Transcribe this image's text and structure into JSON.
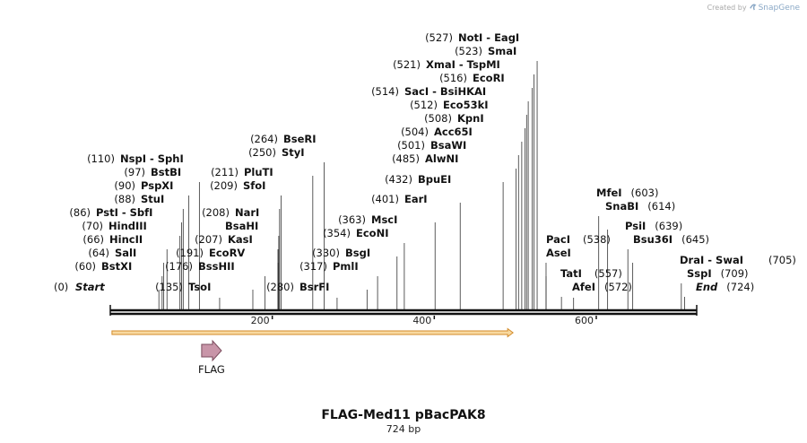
{
  "credit": {
    "prefix": "Created by",
    "brand": "SnapGene"
  },
  "title": "FLAG-Med11 pBacPAK8",
  "subtitle": "724 bp",
  "length": 724,
  "ruler_ticks": [
    200,
    400,
    600
  ],
  "colors": {
    "backbone": "#111111",
    "feature_line": "#333333",
    "orf_fill": "#f8d9a0",
    "orf_stroke": "#d38b2a",
    "flag_fill": "#c895a8",
    "flag_stroke": "#7a4b5c"
  },
  "features": [
    {
      "name": "FLAG",
      "type": "feature",
      "start": 115,
      "end": 135
    },
    {
      "name": "",
      "type": "orf",
      "start": 1,
      "end": 495
    }
  ],
  "sites": [
    {
      "pos": "(0)",
      "names": [
        "Start"
      ],
      "bp": 0,
      "italic": true
    },
    {
      "pos": "(60)",
      "names": [
        "BstXI"
      ],
      "bp": 60
    },
    {
      "pos": "(64)",
      "names": [
        "SalI"
      ],
      "bp": 64
    },
    {
      "pos": "(66)",
      "names": [
        "HincII"
      ],
      "bp": 66
    },
    {
      "pos": "(70)",
      "names": [
        "HindIII"
      ],
      "bp": 70
    },
    {
      "pos": "(86)",
      "names": [
        "PstI",
        "SbfI"
      ],
      "bp": 86
    },
    {
      "pos": "(88)",
      "names": [
        "StuI"
      ],
      "bp": 88
    },
    {
      "pos": "(90)",
      "names": [
        "PspXI"
      ],
      "bp": 90
    },
    {
      "pos": "(97)",
      "names": [
        "BstBI"
      ],
      "bp": 97
    },
    {
      "pos": "(110)",
      "names": [
        "NspI",
        "SphI"
      ],
      "bp": 110
    },
    {
      "pos": "(135)",
      "names": [
        "TsoI"
      ],
      "bp": 135
    },
    {
      "pos": "(176)",
      "names": [
        "BssHII"
      ],
      "bp": 176
    },
    {
      "pos": "(191)",
      "names": [
        "EcoRV"
      ],
      "bp": 191
    },
    {
      "pos": "(207)",
      "names": [
        "KasI"
      ],
      "bp": 207
    },
    {
      "pos": "",
      "names": [
        "BsaHI"
      ],
      "bp": 207
    },
    {
      "pos": "(208)",
      "names": [
        "NarI"
      ],
      "bp": 208
    },
    {
      "pos": "(209)",
      "names": [
        "SfoI"
      ],
      "bp": 209
    },
    {
      "pos": "(211)",
      "names": [
        "PluTI"
      ],
      "bp": 211
    },
    {
      "pos": "(250)",
      "names": [
        "StyI"
      ],
      "bp": 250
    },
    {
      "pos": "(264)",
      "names": [
        "BseRI"
      ],
      "bp": 264
    },
    {
      "pos": "(280)",
      "names": [
        "BsrFI"
      ],
      "bp": 280
    },
    {
      "pos": "(317)",
      "names": [
        "PmlI"
      ],
      "bp": 317
    },
    {
      "pos": "(330)",
      "names": [
        "BsgI"
      ],
      "bp": 330
    },
    {
      "pos": "(354)",
      "names": [
        "EcoNI"
      ],
      "bp": 354
    },
    {
      "pos": "(363)",
      "names": [
        "MscI"
      ],
      "bp": 363
    },
    {
      "pos": "(401)",
      "names": [
        "EarI"
      ],
      "bp": 401
    },
    {
      "pos": "(432)",
      "names": [
        "BpuEI"
      ],
      "bp": 432
    },
    {
      "pos": "(485)",
      "names": [
        "AlwNI"
      ],
      "bp": 485
    },
    {
      "pos": "(501)",
      "names": [
        "BsaWI"
      ],
      "bp": 501
    },
    {
      "pos": "(504)",
      "names": [
        "Acc65I"
      ],
      "bp": 504
    },
    {
      "pos": "(508)",
      "names": [
        "KpnI"
      ],
      "bp": 508
    },
    {
      "pos": "(512)",
      "names": [
        "Eco53kI"
      ],
      "bp": 512
    },
    {
      "pos": "(514)",
      "names": [
        "SacI",
        "BsiHKAI"
      ],
      "bp": 514
    },
    {
      "pos": "(516)",
      "names": [
        "EcoRI"
      ],
      "bp": 516
    },
    {
      "pos": "(521)",
      "names": [
        "XmaI",
        "TspMI"
      ],
      "bp": 521
    },
    {
      "pos": "(523)",
      "names": [
        "SmaI"
      ],
      "bp": 523
    },
    {
      "pos": "(527)",
      "names": [
        "NotI",
        "EagI"
      ],
      "bp": 527
    },
    {
      "pos": "(538)",
      "names": [
        "PacI"
      ],
      "bp": 538
    },
    {
      "pos": "",
      "names": [
        "AseI"
      ],
      "bp": 538
    },
    {
      "pos": "(557)",
      "names": [
        "TatI"
      ],
      "bp": 557
    },
    {
      "pos": "(572)",
      "names": [
        "AfeI"
      ],
      "bp": 572
    },
    {
      "pos": "(603)",
      "names": [
        "MfeI"
      ],
      "bp": 603
    },
    {
      "pos": "(614)",
      "names": [
        "SnaBI"
      ],
      "bp": 614
    },
    {
      "pos": "(639)",
      "names": [
        "PsiI"
      ],
      "bp": 639
    },
    {
      "pos": "(645)",
      "names": [
        "Bsu36I"
      ],
      "bp": 645
    },
    {
      "pos": "(705)",
      "names": [
        "DraI",
        "SwaI"
      ],
      "bp": 705
    },
    {
      "pos": "(709)",
      "names": [
        "SspI"
      ],
      "bp": 709
    },
    {
      "pos": "(724)",
      "names": [
        "End"
      ],
      "bp": 724,
      "italic": true
    }
  ]
}
